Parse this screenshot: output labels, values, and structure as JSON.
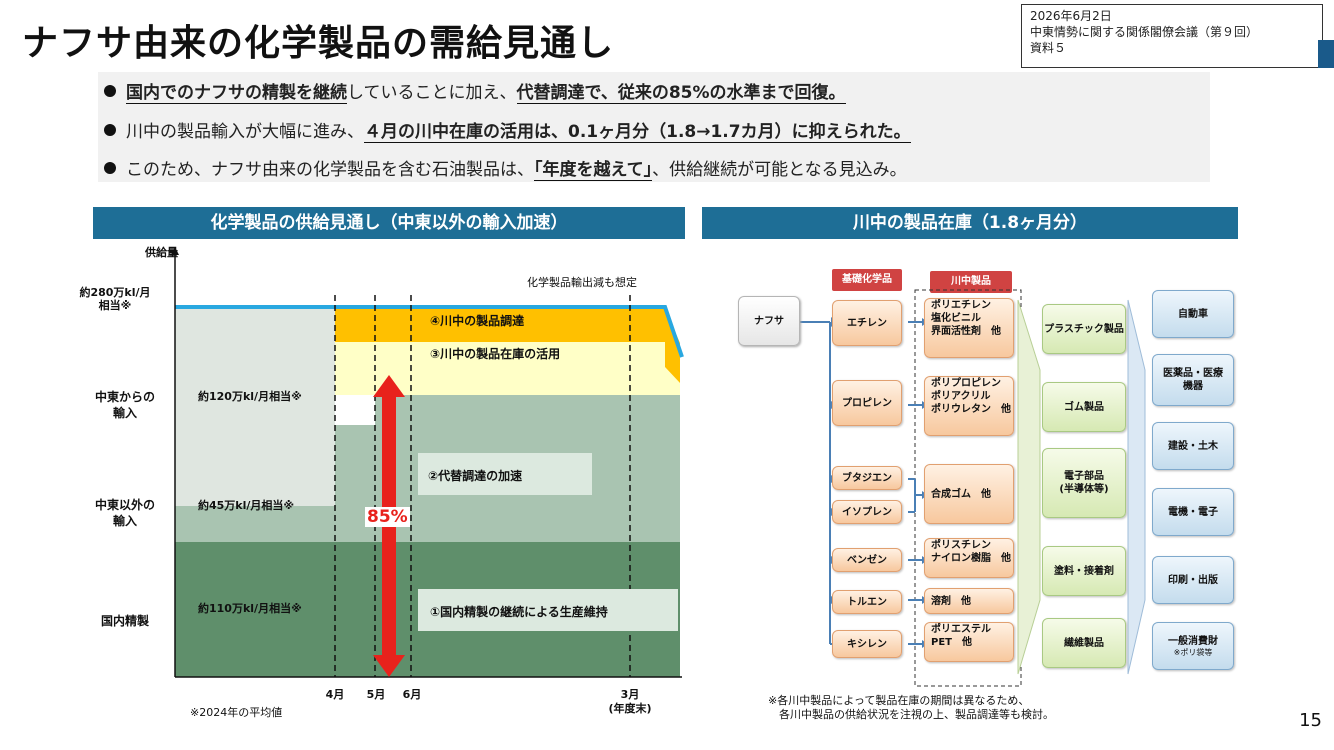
{
  "header": {
    "title": "ナフサ由来の化学製品の需給見通し",
    "meta": [
      "2026年6月2日",
      "中東情勢に関する関係閣僚会議（第９回）",
      "資料５"
    ],
    "brand_color": "#1e6e96"
  },
  "bullets": [
    {
      "segments": [
        {
          "text": "国内でのナフサの精製を継続",
          "bold": true,
          "underline": true
        },
        {
          "text": "していることに加え、",
          "bold": false,
          "underline": false
        },
        {
          "text": "代替調達で、従来の85%の水準まで回復。",
          "bold": true,
          "underline": true
        }
      ]
    },
    {
      "segments": [
        {
          "text": "川中の製品輸入が大幅に進み、",
          "bold": false,
          "underline": false
        },
        {
          "text": "４月の川中在庫の活用は、0.1ヶ月分（1.8→1.7カ月）に抑えられた。",
          "bold": true,
          "underline": true
        }
      ]
    },
    {
      "segments": [
        {
          "text": "このため、ナフサ由来の化学製品を含む石油製品は、",
          "bold": false,
          "underline": false
        },
        {
          "text": "「年度を越えて」",
          "bold": true,
          "underline": true
        },
        {
          "text": "、供給継続が可能となる見込み。",
          "bold": false,
          "underline": false
        }
      ]
    }
  ],
  "left_panel": {
    "header": "化学製品の供給見通し（中東以外の輸入加速）",
    "y_axis_label": "供給量",
    "top_level": [
      "約280万kl/月",
      "相当※"
    ],
    "export_note": "化学製品輸出減も想定",
    "row_labels": {
      "middle_east": [
        "中東からの",
        "輸入"
      ],
      "non_middle_east": [
        "中東以外の",
        "輸入"
      ],
      "domestic": "国内精製"
    },
    "amounts": {
      "middle_east": "約120万kl/月相当※",
      "non_middle_east": "約45万kl/月相当※",
      "domestic": "約110万kl/月相当※"
    },
    "legend": {
      "item4": "④川中の製品調達",
      "item3": "③川中の製品在庫の活用",
      "item2": "②代替調達の加速",
      "item1": "①国内精製の継続による生産維持"
    },
    "percent_label": "85%",
    "ticks": [
      {
        "label": "4月",
        "sub": ""
      },
      {
        "label": "5月",
        "sub": ""
      },
      {
        "label": "6月",
        "sub": ""
      },
      {
        "label": "3月",
        "sub": "(年度末)"
      }
    ],
    "footnote": "※2024年の平均値",
    "colors": {
      "domestic": "#5f8f6b",
      "non_middle_east": "#a9c4b1",
      "middle_east": "#dfe6e0",
      "inventory": "#ffffc7",
      "procurement": "#ffc000",
      "top_line": "#29a8e0",
      "arrow": "#e8221c"
    }
  },
  "right_panel": {
    "header": "川中の製品在庫（1.8ヶ月分）",
    "tag_basic": "基礎化学品",
    "tag_mid": "川中製品",
    "naphtha": "ナフサ",
    "basic_chemicals": [
      "エチレン",
      "プロピレン",
      "ブタジエン",
      "イソプレン",
      "ベンゼン",
      "トルエン",
      "キシレン"
    ],
    "mid_products": [
      [
        "ポリエチレン",
        "塩化ビニル",
        "界面活性剤　他"
      ],
      [
        "ポリプロピレン",
        "ポリアクリル",
        "ポリウレタン　他"
      ],
      [
        "合成ゴム　他"
      ],
      [
        "ポリスチレン",
        "ナイロン樹脂　他"
      ],
      [
        "溶剤　他"
      ],
      [
        "ポリエステル",
        "PET　他"
      ]
    ],
    "downstream": [
      "プラスチック製品",
      "ゴム製品",
      "電子部品\n(半導体等)",
      "塗料・接着剤",
      "繊維製品"
    ],
    "end_uses": [
      "自動車",
      "医薬品・医療\n機器",
      "建設・土木",
      "電機・電子",
      "印刷・出版",
      "一般消費財"
    ],
    "end_use_note": "※ポリ袋等",
    "footnote": [
      "※各川中製品によって製品在庫の期間は異なるため、",
      "　各川中製品の供給状況を注視の上、製品調達等も検討。"
    ]
  },
  "page_number": "15"
}
